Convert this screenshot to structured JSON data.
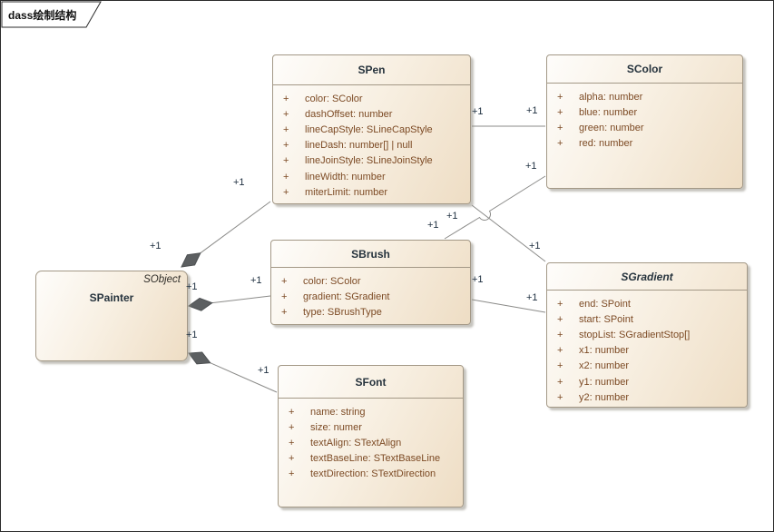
{
  "frame": {
    "title": "dass绘制结构"
  },
  "painter": {
    "name": "SPainter",
    "parent_label": "SObject"
  },
  "classes": [
    {
      "name": "SPen",
      "abstract": false,
      "attributes": [
        {
          "vis": "+",
          "text": "color: SColor"
        },
        {
          "vis": "+",
          "text": "dashOffset: number"
        },
        {
          "vis": "+",
          "text": "lineCapStyle: SLineCapStyle"
        },
        {
          "vis": "+",
          "text": "lineDash: number[] | null"
        },
        {
          "vis": "+",
          "text": "lineJoinStyle: SLineJoinStyle"
        },
        {
          "vis": "+",
          "text": "lineWidth: number"
        },
        {
          "vis": "+",
          "text": "miterLimit: number"
        }
      ]
    },
    {
      "name": "SColor",
      "abstract": false,
      "attributes": [
        {
          "vis": "+",
          "text": "alpha: number"
        },
        {
          "vis": "+",
          "text": "blue: number"
        },
        {
          "vis": "+",
          "text": "green: number"
        },
        {
          "vis": "+",
          "text": "red: number"
        }
      ]
    },
    {
      "name": "SBrush",
      "abstract": false,
      "attributes": [
        {
          "vis": "+",
          "text": "color: SColor"
        },
        {
          "vis": "+",
          "text": "gradient: SGradient"
        },
        {
          "vis": "+",
          "text": "type: SBrushType"
        }
      ]
    },
    {
      "name": "SGradient",
      "abstract": true,
      "attributes": [
        {
          "vis": "+",
          "text": "end: SPoint"
        },
        {
          "vis": "+",
          "text": "start: SPoint"
        },
        {
          "vis": "+",
          "text": "stopList: SGradientStop[]"
        },
        {
          "vis": "+",
          "text": "x1: number"
        },
        {
          "vis": "+",
          "text": "x2: number"
        },
        {
          "vis": "+",
          "text": "y1: number"
        },
        {
          "vis": "+",
          "text": "y2: number"
        }
      ]
    },
    {
      "name": "SFont",
      "abstract": false,
      "attributes": [
        {
          "vis": "+",
          "text": "name: string"
        },
        {
          "vis": "+",
          "text": "size: numer"
        },
        {
          "vis": "+",
          "text": "textAlign: STextAlign"
        },
        {
          "vis": "+",
          "text": "textBaseLine: STextBaseLine"
        },
        {
          "vis": "+",
          "text": "textDirection: STextDirection"
        }
      ]
    }
  ],
  "connectors": [
    {
      "from": "SPainter",
      "to": "SPen",
      "type": "composition",
      "source_label": "+1",
      "target_label": "+1"
    },
    {
      "from": "SPainter",
      "to": "SBrush",
      "type": "composition",
      "source_label": "+1",
      "target_label": "+1"
    },
    {
      "from": "SPainter",
      "to": "SFont",
      "type": "composition",
      "source_label": "+1",
      "target_label": "+1"
    },
    {
      "from": "SPen",
      "to": "SColor",
      "type": "association",
      "source_label": "+1",
      "target_label": "+1"
    },
    {
      "from": "SPen",
      "to": "SGradient",
      "type": "association",
      "source_label": "+1",
      "target_label": "+1"
    },
    {
      "from": "SBrush",
      "to": "SColor",
      "type": "association",
      "source_label": "+1",
      "target_label": "+1"
    },
    {
      "from": "SBrush",
      "to": "SGradient",
      "type": "association",
      "source_label": "+1",
      "target_label": "+1"
    }
  ],
  "colors": {
    "box_fill_light": "#fefdfb",
    "box_fill_dark": "#eeddc4",
    "box_border": "#a39886",
    "line": "#8b8b89",
    "diamond": "#5c5f61",
    "attribute_text": "#7c4a24",
    "title_text": "#26333d",
    "multiplicity_text": "#203142"
  }
}
